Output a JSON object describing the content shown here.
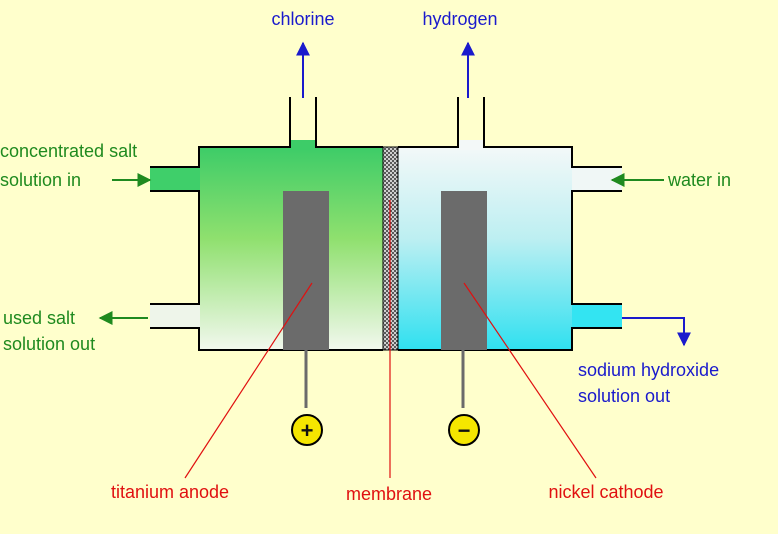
{
  "labels": {
    "chlorine": "chlorine",
    "hydrogen": "hydrogen",
    "salt_in_line1": "concentrated salt",
    "salt_in_line2": "solution in",
    "water_in": "water in",
    "used_salt_line1": "used salt",
    "used_salt_line2": "solution out",
    "naoh_line1": "sodium hydroxide",
    "naoh_line2": "solution out",
    "titanium_anode": "titanium anode",
    "membrane": "membrane",
    "nickel_cathode": "nickel cathode",
    "anode_symbol": "+",
    "cathode_symbol": "−"
  },
  "colors": {
    "background": "#ffffcc",
    "anode_solution": "#3fcf6a",
    "cathode_solution": "#33e4f2",
    "electrode": "#6b6b6b",
    "terminal": "#f5e600",
    "product_label": "#1a1acc",
    "salt_label": "#1f8a1f",
    "part_label": "#e01010"
  }
}
